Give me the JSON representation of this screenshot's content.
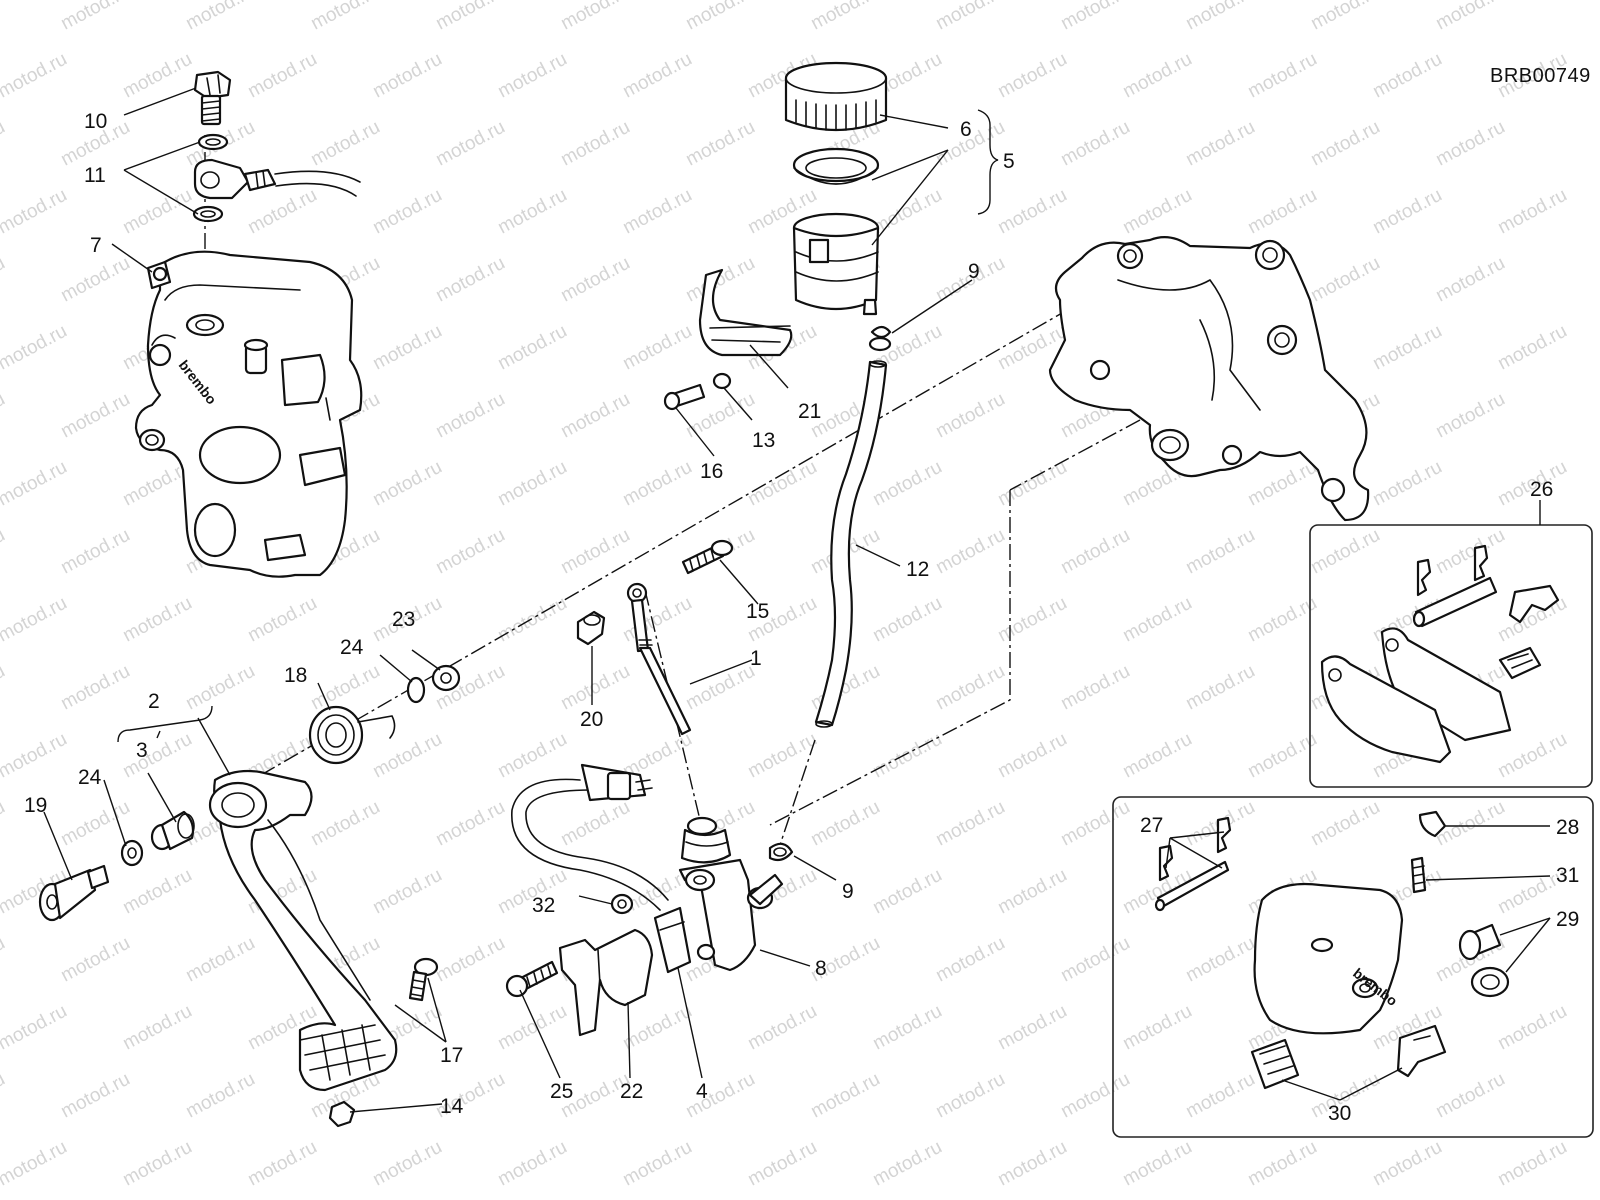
{
  "drawing_code": "BRB00749",
  "watermark": "motod.ru",
  "brand_mark": "brembo",
  "callouts": {
    "c1": "1",
    "c2": "2",
    "c3": "3",
    "c4": "4",
    "c5": "5",
    "c6": "6",
    "c7": "7",
    "c8": "8",
    "c9a": "9",
    "c9b": "9",
    "c10": "10",
    "c11": "11",
    "c12": "12",
    "c13": "13",
    "c14": "14",
    "c15": "15",
    "c16": "16",
    "c17": "17",
    "c18": "18",
    "c19": "19",
    "c20": "20",
    "c21": "21",
    "c22": "22",
    "c23": "23",
    "c24a": "24",
    "c24b": "24",
    "c25": "25",
    "c26": "26",
    "c27": "27",
    "c28": "28",
    "c29": "29",
    "c30": "30",
    "c31": "31",
    "c32": "32"
  }
}
